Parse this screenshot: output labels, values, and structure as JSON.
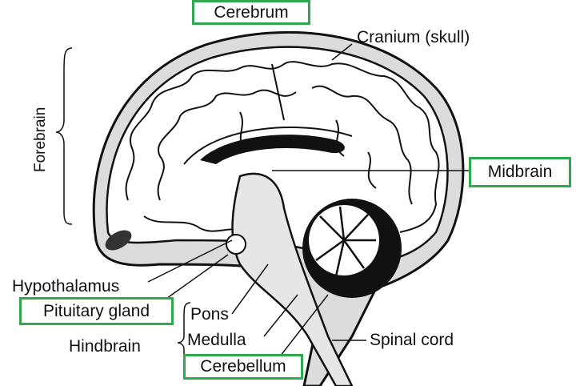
{
  "title": "Human brain sagittal section",
  "labels": {
    "cerebrum": "Cerebrum",
    "cranium": "Cranium (skull)",
    "forebrain": "Forebrain",
    "midbrain": "Midbrain",
    "hypothalamus": "Hypothalamus",
    "pituitary": "Pituitary gland",
    "pons": "Pons",
    "medulla": "Medulla",
    "hindbrain": "Hindbrain",
    "cerebellum": "Cerebellum",
    "spinal_cord": "Spinal cord"
  },
  "colors": {
    "highlight_box": "#2fa84f",
    "shading": "#d8d8d8"
  }
}
